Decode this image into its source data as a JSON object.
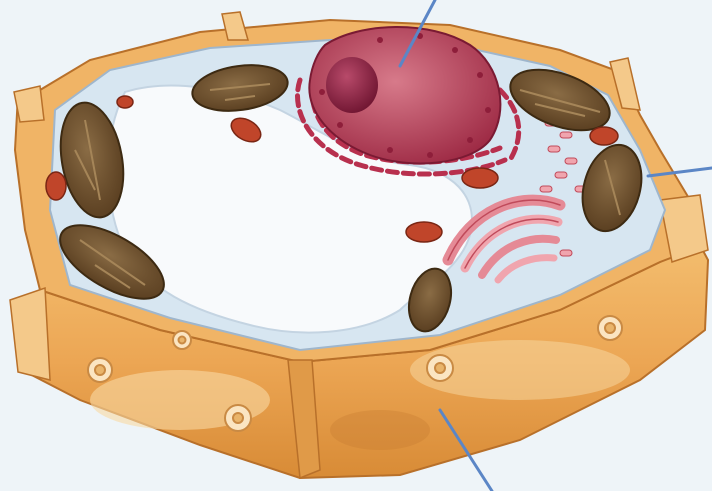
{
  "figure": {
    "structures": [
      {
        "name": "cell-wall",
        "icon": "cell-wall-icon"
      },
      {
        "name": "cell-membrane",
        "icon": "membrane-icon"
      },
      {
        "name": "nucleus",
        "icon": "nucleus-icon"
      },
      {
        "name": "nucleolus",
        "icon": "nucleolus-icon"
      },
      {
        "name": "vacuole",
        "icon": "vacuole-icon"
      },
      {
        "name": "chloroplast",
        "icon": "chloroplast-icon"
      },
      {
        "name": "mitochondrion",
        "icon": "mitochondrion-icon"
      },
      {
        "name": "golgi-apparatus",
        "icon": "golgi-icon"
      },
      {
        "name": "endoplasmic-reticulum",
        "icon": "er-icon"
      },
      {
        "name": "plasmodesmata",
        "icon": "pit-icon"
      }
    ],
    "pointer_lines": 3,
    "colors": {
      "background": "#eef4f8",
      "wall": "#e8a24c",
      "wall_light": "#f6c784",
      "wall_dark": "#b86a1d",
      "cytoplasm": "#d9e7f2",
      "vacuole": "#f7f9fb",
      "nucleus": "#a32b45",
      "chloroplast": "#6b5232",
      "mitochondria": "#c0452a",
      "golgi": "#e07a86",
      "pointer": "#5b86c6"
    }
  }
}
